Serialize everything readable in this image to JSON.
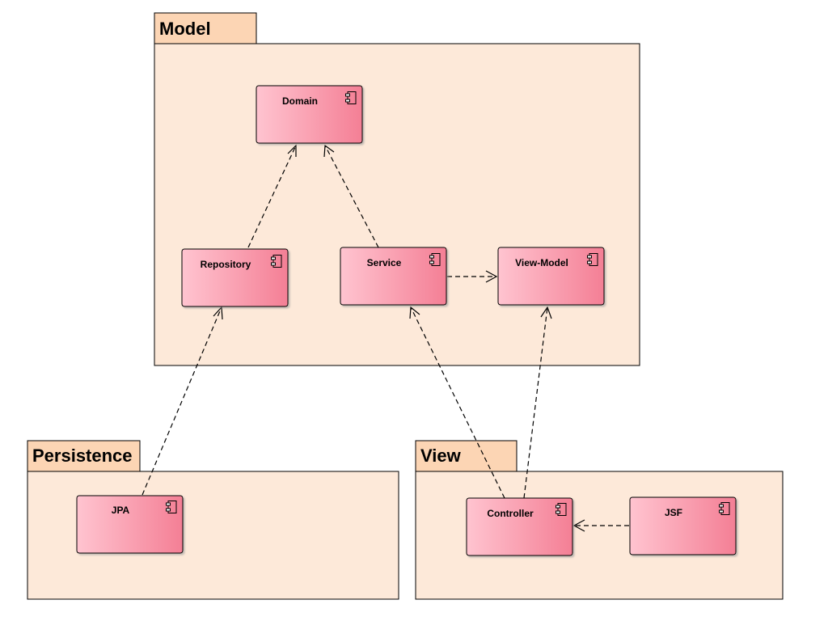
{
  "colors": {
    "package_body": "#fde9d9",
    "package_tab": "#fcd5b4",
    "component_light": "#ffc4d0",
    "component_dark": "#f47f95",
    "border": "#000000"
  },
  "packages": {
    "model": {
      "label": "Model"
    },
    "persistence": {
      "label": "Persistence"
    },
    "view": {
      "label": "View"
    }
  },
  "components": {
    "domain": {
      "label": "Domain",
      "icon": "component-icon"
    },
    "repository": {
      "label": "Repository",
      "icon": "component-icon"
    },
    "service": {
      "label": "Service",
      "icon": "component-icon"
    },
    "view_model": {
      "label": "View-Model",
      "icon": "component-icon"
    },
    "jpa": {
      "label": "JPA",
      "icon": "component-icon"
    },
    "controller": {
      "label": "Controller",
      "icon": "component-icon"
    },
    "jsf": {
      "label": "JSF",
      "icon": "component-icon"
    }
  },
  "dependencies": [
    {
      "from": "Repository",
      "to": "Domain"
    },
    {
      "from": "Service",
      "to": "Domain"
    },
    {
      "from": "Service",
      "to": "View-Model"
    },
    {
      "from": "JPA",
      "to": "Repository"
    },
    {
      "from": "Controller",
      "to": "Service"
    },
    {
      "from": "Controller",
      "to": "View-Model"
    },
    {
      "from": "JSF",
      "to": "Controller"
    }
  ]
}
